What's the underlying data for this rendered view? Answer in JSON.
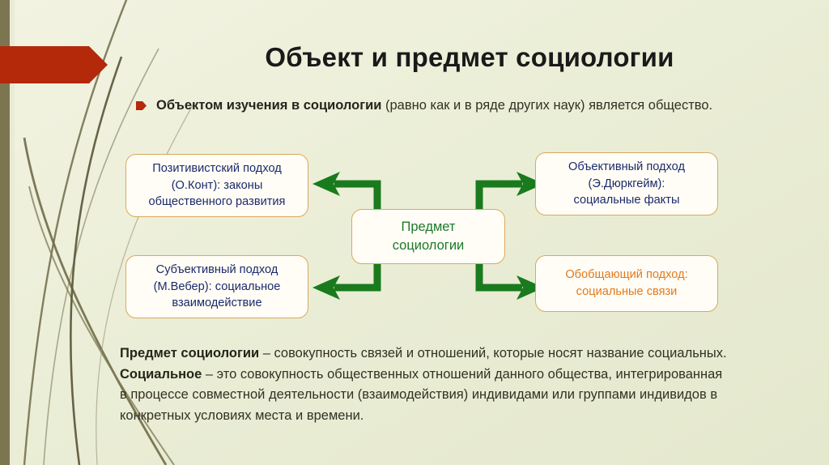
{
  "slide": {
    "title": "Объект и предмет социологии",
    "background_color": "#ebeed6",
    "accent_red": "#b3290a",
    "accent_olive": "#7b7650",
    "arrow_green": "#1a7a1e",
    "node_border": "#d9a95e"
  },
  "intro": {
    "bold_part": "Объектом изучения в социологии",
    "rest_part": " (равно как и в ряде других наук) является общество."
  },
  "diagram": {
    "center": {
      "line1": "Предмет",
      "line2": "социологии",
      "text_color": "#1d7a2b"
    },
    "nodes": [
      {
        "id": "positivist",
        "line1": "Позитивистский подход",
        "line2": "(О.Конт): законы",
        "line3": "общественного развития",
        "text_color": "#1c2a6b"
      },
      {
        "id": "objective",
        "line1": "Объективный подход",
        "line2": "(Э.Дюркгейм):",
        "line3": "социальные факты",
        "text_color": "#1c2a6b"
      },
      {
        "id": "subjective",
        "line1": "Субъективный подход",
        "line2": "(М.Вебер): социальное",
        "line3": "взаимодействие",
        "text_color": "#1c2a6b"
      },
      {
        "id": "generalizing",
        "line1": "Обобщающий подход:",
        "line2": "социальные связи",
        "line3": "",
        "text_color": "#e07a1f"
      }
    ]
  },
  "definition": {
    "term1": "Предмет социологии",
    "segment1": " – совокупность связей и отношений, которые носят название социальных. ",
    "term2": "Социальное",
    "segment2": " – это совокупность общественных отношений данного общества, интегрированная в процессе совместной деятельности (взаимодействия) индивидами или группами индивидов в конкретных условиях места и времени."
  }
}
